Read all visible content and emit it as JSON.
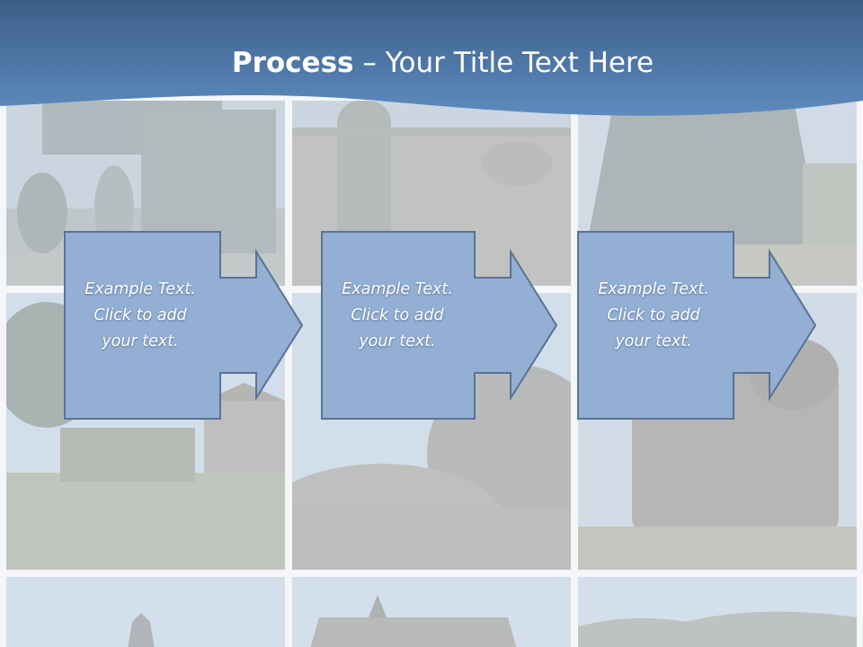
{
  "title": {
    "bold": "Process",
    "rest": " – Your Title Text Here"
  },
  "steps": [
    {
      "lines": [
        "Example Text.",
        "Click  to add",
        "your text."
      ]
    },
    {
      "lines": [
        "Example Text.",
        "Click  to add",
        "your text."
      ]
    },
    {
      "lines": [
        "Example Text.",
        "Click  to add",
        "your text."
      ]
    }
  ],
  "colors": {
    "header_top": "#3d5e88",
    "header_bottom": "#5d8bbe",
    "step_fill": "#93afd3",
    "step_stroke": "#5b7294",
    "tile_gap": "#f4f6f9"
  }
}
